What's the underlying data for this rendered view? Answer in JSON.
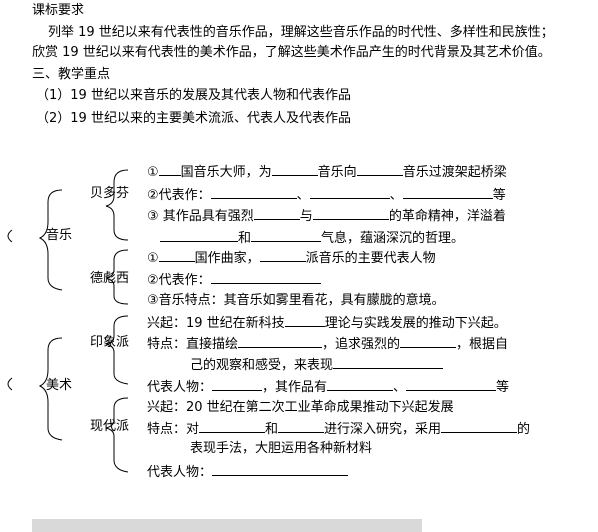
{
  "header": {
    "kebiao": "课标要求",
    "req1": "列举 19 世纪以来有代表性的音乐作品，理解这些音乐作品的时代性、多样性和民族性；",
    "req2": "欣赏 19 世纪以来有代表性的美术作品，了解这些美术作品产生的时代背景及其艺术价值。",
    "section3": "三、教学重点",
    "point1": "（1）19 世纪以来音乐的发展及其代表人物和代表作品",
    "point2": "（2）19 世纪以来的主要美术流派、代表人及代表作品"
  },
  "music": {
    "label": "音乐",
    "beethoven": {
      "name": "贝多芬",
      "l1a": "①",
      "l1b": "国音乐大师，为",
      "l1c": "音乐向",
      "l1d": "音乐过渡架起桥梁",
      "l2a": "②代表作：",
      "l2b": "、",
      "l2c": "、",
      "l2d": "等",
      "l3a": "③  其作品具有强烈",
      "l3b": "与",
      "l3c": "的革命精神，洋溢着",
      "l4a": "和",
      "l4b": "气息，蕴涵深沉的哲理。"
    },
    "debussy": {
      "name": "德彪西",
      "l1a": "①",
      "l1b": "国作曲家，",
      "l1c": "派音乐的主要代表人物",
      "l2a": "②代表作：",
      "l3": "③音乐特点：其音乐如雾里看花，具有朦胧的意境。"
    }
  },
  "art": {
    "label": "美术",
    "impressionism": {
      "name": "印象派",
      "l1a": "兴起：19 世纪在新科技",
      "l1b": "理论与实践发展的推动下兴起。",
      "l2a": "特点：直接描绘",
      "l2b": "，追求强烈的",
      "l2c": "，根据自",
      "l3a": "己的观察和感受，来表现",
      "l4a": "代表人物：",
      "l4b": "，其作品有",
      "l4c": "、",
      "l4d": "等"
    },
    "modernism": {
      "name": "现代派",
      "l1": "兴起：20 世纪在第二次工业革命成果推动下兴起发展",
      "l2a": "特点：对",
      "l2b": "和",
      "l2c": "进行深入研究，采用",
      "l2d": "的",
      "l3": "表现手法，大胆运用各种新材料",
      "l4a": "代表人物："
    }
  }
}
